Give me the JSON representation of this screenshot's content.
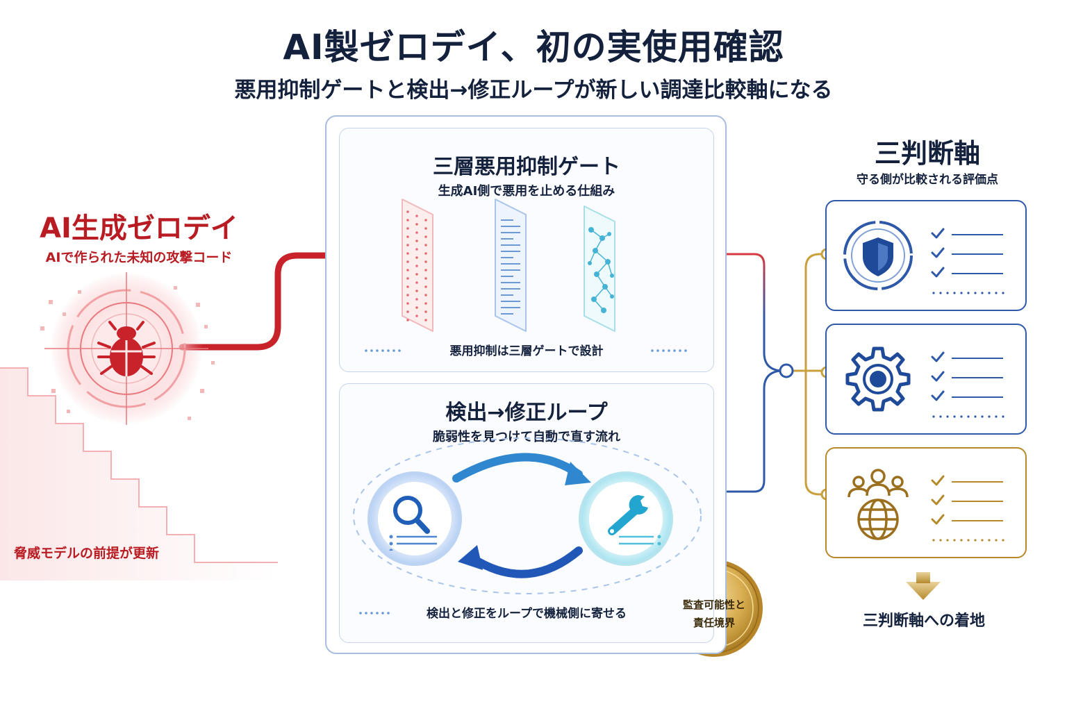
{
  "header": {
    "title": "AI製ゼロデイ、初の実使用確認",
    "subtitle": "悪用抑制ゲートと検出→修正ループが新しい調達比較軸になる"
  },
  "left": {
    "title": "AI生成ゼロデイ",
    "subtitle": "AIで作られた未知の攻撃コード",
    "footer": "脅威モデルの前提が更新"
  },
  "gate": {
    "title": "三層悪用抑制ゲート",
    "subtitle": "生成AI側で悪用を止める仕組み",
    "footer": "悪用抑制は三層ゲートで設計"
  },
  "loop": {
    "title": "検出→修正ループ",
    "subtitle": "脆弱性を見つけて自動で直す流れ",
    "footer": "検出と修正をループで機械側に寄せる"
  },
  "seal": {
    "line1": "監査可能性と",
    "line2": "責任境界"
  },
  "right": {
    "title": "三判断軸",
    "subtitle": "守る側が比較される評価点",
    "footer": "三判断軸への着地"
  },
  "icons": {
    "threat": "bug-icon",
    "search": "magnifier-icon",
    "fix": "wrench-icon",
    "eval1": "shield-icon",
    "eval2": "gear-icon",
    "eval3": "people-globe-icon",
    "check": "checkmark-icon"
  },
  "colors": {
    "threat": "#c8232b",
    "navy": "#14213d",
    "blue": "#2e58a8",
    "gold": "#b68a2c",
    "cyan": "#35b6d8"
  }
}
